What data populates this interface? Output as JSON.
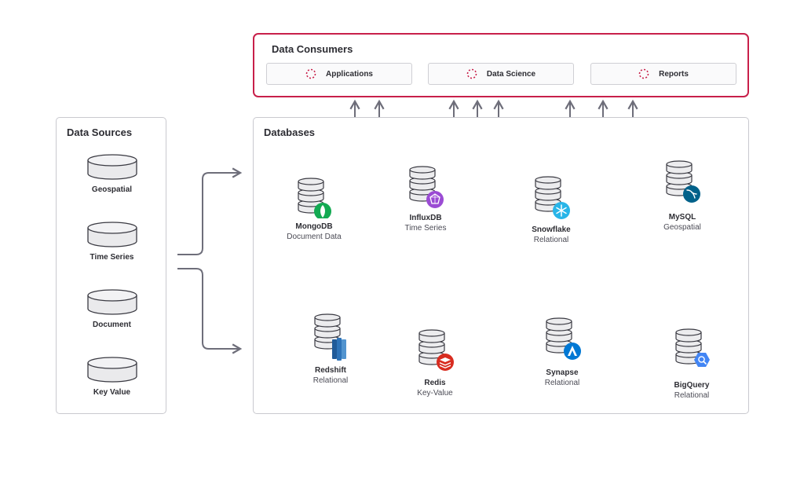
{
  "consumers": {
    "title": "Data Consumers",
    "items": [
      {
        "label": "Applications"
      },
      {
        "label": "Data Science"
      },
      {
        "label": "Reports"
      }
    ]
  },
  "sources": {
    "title": "Data Sources",
    "items": [
      {
        "label": "Geospatial"
      },
      {
        "label": "Time Series"
      },
      {
        "label": "Document"
      },
      {
        "label": "Key Value"
      }
    ]
  },
  "databases": {
    "title": "Databases",
    "items": [
      {
        "name": "MongoDB",
        "type": "Document Data",
        "icon": "mongodb-icon",
        "color": "#13aa52"
      },
      {
        "name": "InfluxDB",
        "type": "Time Series",
        "icon": "influxdb-icon",
        "color": "#9b4bd4"
      },
      {
        "name": "Snowflake",
        "type": "Relational",
        "icon": "snowflake-icon",
        "color": "#29b5e8"
      },
      {
        "name": "MySQL",
        "type": "Geospatial",
        "icon": "mysql-icon",
        "color": "#00618a"
      },
      {
        "name": "Redshift",
        "type": "Relational",
        "icon": "redshift-icon",
        "color": "#2e73b8"
      },
      {
        "name": "Redis",
        "type": "Key-Value",
        "icon": "redis-icon",
        "color": "#d82c20"
      },
      {
        "name": "Synapse",
        "type": "Relational",
        "icon": "synapse-icon",
        "color": "#0078d4"
      },
      {
        "name": "BigQuery",
        "type": "Relational",
        "icon": "bigquery-icon",
        "color": "#4285f4"
      }
    ]
  },
  "colors": {
    "accent": "#c8204a",
    "border": "#c9c9cf",
    "connector": "#6e6e7a"
  }
}
